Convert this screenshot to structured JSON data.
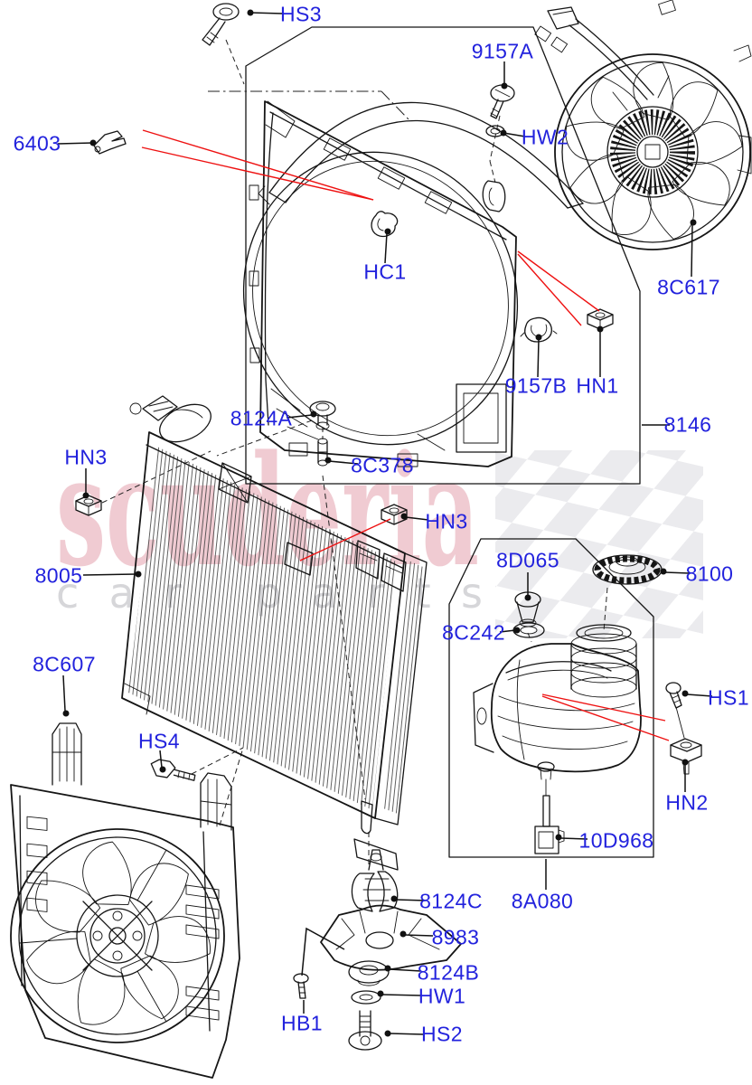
{
  "diagram": {
    "title": "radiator-and-fan-exploded-parts-diagram",
    "label_color": "#2222dd",
    "line_color": "#151515",
    "leader_red": "#ee1111",
    "watermark": {
      "brand": "scuderia",
      "tagline": "car parts",
      "brand_color": "#e298a6",
      "tagline_color": "#d6d6d9",
      "checker_color": "#ebebee"
    },
    "parts": [
      {
        "label": "HS3",
        "name": "push-pin-screw"
      },
      {
        "label": "6403",
        "name": "retaining-clip"
      },
      {
        "label": "9157A",
        "name": "shoulder-screw"
      },
      {
        "label": "HW2",
        "name": "washer"
      },
      {
        "label": "HC1",
        "name": "shroud-clip"
      },
      {
        "label": "8C617",
        "name": "viscous-cooling-fan"
      },
      {
        "label": "9157B",
        "name": "retaining-clamp"
      },
      {
        "label": "HN1",
        "name": "u-nut-clip"
      },
      {
        "label": "8146",
        "name": "fan-shroud"
      },
      {
        "label": "8124A",
        "name": "radiator-mounting-grommet"
      },
      {
        "label": "8C378",
        "name": "locating-pin"
      },
      {
        "label": "HN3",
        "name": "u-nut-clip-left"
      },
      {
        "label": "HN3",
        "name": "u-nut-clip-right"
      },
      {
        "label": "8005",
        "name": "radiator"
      },
      {
        "label": "8D065",
        "name": "reservoir-sensor"
      },
      {
        "label": "8100",
        "name": "pressure-cap"
      },
      {
        "label": "8C242",
        "name": "seal-gasket"
      },
      {
        "label": "8C607",
        "name": "lower-fan-and-shroud"
      },
      {
        "label": "HS4",
        "name": "hex-screw"
      },
      {
        "label": "HS1",
        "name": "hex-screw-small"
      },
      {
        "label": "HN2",
        "name": "flange-nut"
      },
      {
        "label": "10D968",
        "name": "coolant-level-sensor"
      },
      {
        "label": "8A080",
        "name": "expansion-tank"
      },
      {
        "label": "8124C",
        "name": "rubber-mount"
      },
      {
        "label": "8983",
        "name": "mounting-bracket"
      },
      {
        "label": "8124B",
        "name": "mount-grommet-lower"
      },
      {
        "label": "HW1",
        "name": "flat-washer"
      },
      {
        "label": "HB1",
        "name": "stud-bolt"
      },
      {
        "label": "HS2",
        "name": "flanged-bolt"
      }
    ]
  }
}
